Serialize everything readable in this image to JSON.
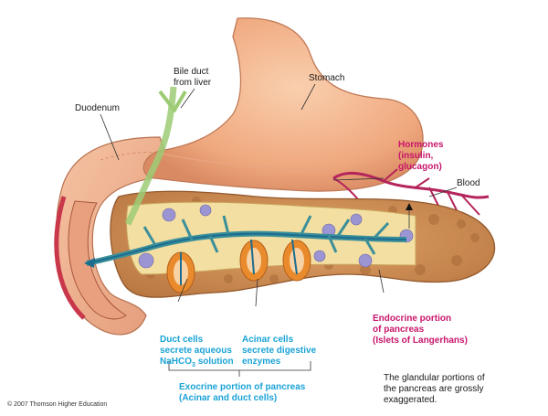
{
  "labels": {
    "bile_duct": [
      "Bile duct",
      "from liver"
    ],
    "duodenum": "Duodenum",
    "stomach": "Stomach",
    "hormones": [
      "Hormones",
      "(insulin,",
      "glucagon)"
    ],
    "blood": "Blood",
    "endocrine": [
      "Endocrine portion",
      "of pancreas",
      "(Islets of Langerhans)"
    ],
    "duct_cells": [
      "Duct cells",
      "secrete aqueous"
    ],
    "duct_cells_formula": {
      "pre": "NaHCO",
      "sub": "3",
      "post": " solution"
    },
    "acinar_cells": [
      "Acinar cells",
      "secrete digestive",
      "enzymes"
    ],
    "exocrine": [
      "Exocrine portion of pancreas",
      "(Acinar and duct cells)"
    ],
    "note": [
      "The glandular portions of",
      "the pancreas are grossly",
      "exaggerated."
    ],
    "copyright": "© 2007 Thomson Higher Education"
  },
  "colors": {
    "stomach": "#f2b28c",
    "duodenum": "#f0b08e",
    "pancreas": "#c9884e",
    "duct": "#3b8f9a",
    "bile_duct": "#9ccb74",
    "blood": "#b5245c",
    "label_magenta": "#c8156b",
    "label_cyan": "#1aa3d6"
  }
}
